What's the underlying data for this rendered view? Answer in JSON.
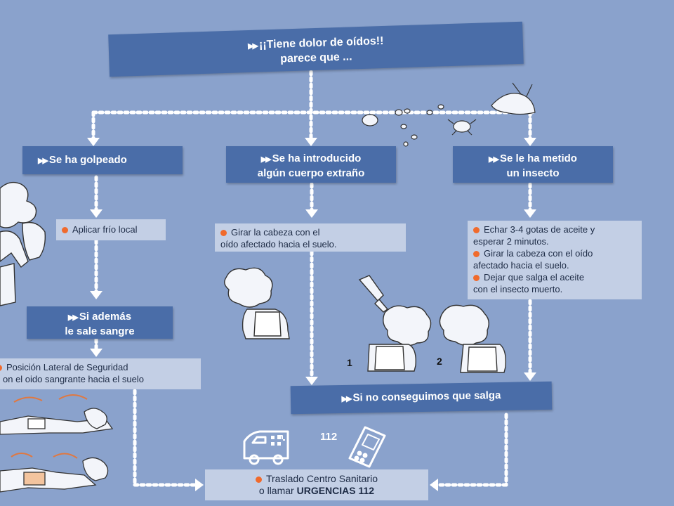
{
  "header": {
    "line1": "¡¡Tiene dolor de oídos!!",
    "line2": "parece que ..."
  },
  "branches": {
    "golpeado": {
      "title": "Se ha golpeado",
      "action": "Aplicar frío local"
    },
    "cuerpo": {
      "title_line1": "Se ha introducido",
      "title_line2": "algún cuerpo extraño",
      "action_line1": "Girar la cabeza con el",
      "action_line2": "oído afectado hacia el suelo."
    },
    "insecto": {
      "title_line1": "Se le ha metido",
      "title_line2": "un insecto",
      "steps": [
        {
          "line1": "Echar 3-4 gotas de aceite y",
          "line2": "esperar 2 minutos."
        },
        {
          "line1": "Girar la cabeza con el oído",
          "line2": "afectado hacia el suelo."
        },
        {
          "line1": "Dejar que salga el aceite",
          "line2": "con el insecto muerto."
        }
      ]
    }
  },
  "sangre": {
    "title_line1": "Si además",
    "title_line2": "le sale sangre",
    "action_line1": "Posición Lateral de Seguridad",
    "action_line2": "on el oido sangrante hacia el suelo"
  },
  "fallback": {
    "title": "Si no conseguimos que salga"
  },
  "final": {
    "line1": "Traslado Centro Sanitario",
    "line2_prefix": "o llamar ",
    "line2_strong": "URGENCIAS 112"
  },
  "labels": {
    "step1": "1",
    "step2": "2",
    "phone_number": "112"
  },
  "colors": {
    "background": "#8aa2cc",
    "box_dark": "#4a6da8",
    "box_light": "#c3cfe5",
    "bullet": "#f06a2c"
  }
}
